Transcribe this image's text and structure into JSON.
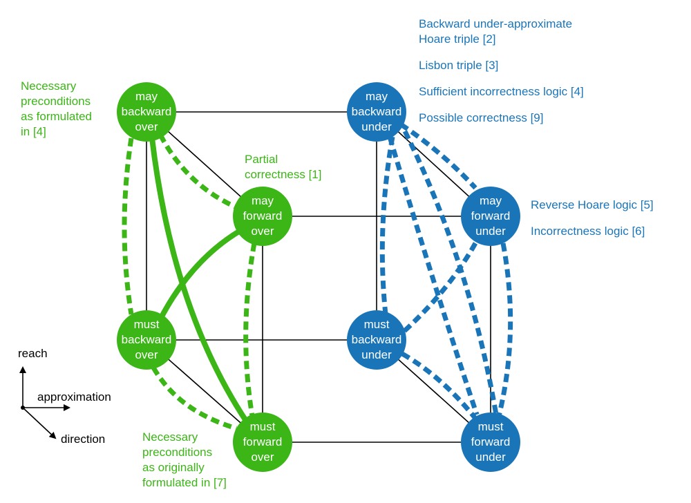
{
  "colors": {
    "green": "#3cb517",
    "blue": "#1a75b8",
    "edge": "#000000"
  },
  "nodes": {
    "may_backward_over": {
      "lines": [
        "may",
        "backward",
        "over"
      ]
    },
    "may_forward_over": {
      "lines": [
        "may",
        "forward",
        "over"
      ]
    },
    "must_backward_over": {
      "lines": [
        "must",
        "backward",
        "over"
      ]
    },
    "must_forward_over": {
      "lines": [
        "must",
        "forward",
        "over"
      ]
    },
    "may_backward_under": {
      "lines": [
        "may",
        "backward",
        "under"
      ]
    },
    "may_forward_under": {
      "lines": [
        "may",
        "forward",
        "under"
      ]
    },
    "must_backward_under": {
      "lines": [
        "must",
        "backward",
        "under"
      ]
    },
    "must_forward_under": {
      "lines": [
        "must",
        "forward",
        "under"
      ]
    }
  },
  "annotations": {
    "necessary_preconditions_4": [
      "Necessary",
      "preconditions",
      "as formulated",
      "in [4]"
    ],
    "partial_correctness": [
      "Partial",
      "correctness [1]"
    ],
    "necessary_preconditions_7": [
      "Necessary",
      "preconditions",
      "as originally",
      "formulated in [7]"
    ],
    "backward_under_hoare": [
      "Backward under-approximate",
      "Hoare triple [2]"
    ],
    "lisbon_triple": "Lisbon triple [3]",
    "sufficient_incorrectness": "Sufficient incorrectness logic [4]",
    "possible_correctness": "Possible correctness [9]",
    "reverse_hoare": "Reverse Hoare logic [5]",
    "incorrectness_logic": "Incorrectness logic [6]"
  },
  "axes": {
    "reach": "reach",
    "approximation": "approximation",
    "direction": "direction"
  }
}
